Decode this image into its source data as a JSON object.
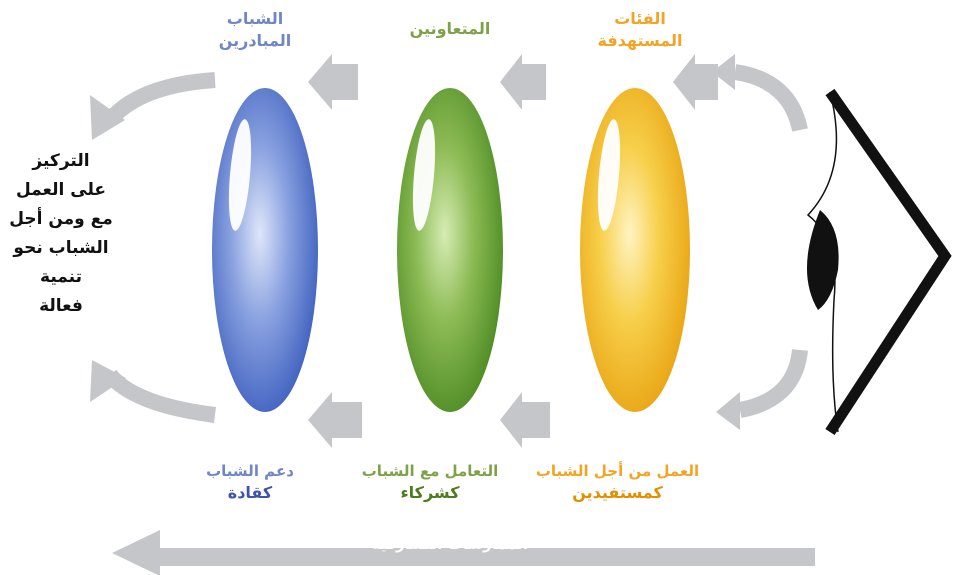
{
  "stages": [
    {
      "top_label_line1": "الفئات",
      "top_label_line2": "المستهدفة",
      "bottom_label": "العمل من أجل الشباب",
      "bottom_strong": "كمستفيدين",
      "color": "#f6c02a"
    },
    {
      "top_label_line1": "المتعاونين",
      "bottom_label": "التعامل مع الشباب",
      "bottom_strong": "كشركاء",
      "color": "#72a83c"
    },
    {
      "top_label_line1": "الشباب",
      "top_label_line2": "المبادرين",
      "bottom_label": "دعم الشباب",
      "bottom_strong": "كقادة",
      "color": "#5b7ccc"
    }
  ],
  "focus": {
    "lines": [
      "التركيز",
      "على العمل",
      "مع ومن أجل",
      "الشباب نحو",
      "تنمية",
      "فعالة"
    ]
  },
  "practices": {
    "label": "الممارسات التشاركية"
  },
  "colors": {
    "arrow_gray": "#c4c6c9"
  },
  "icons": {
    "eye": "eye-icon"
  }
}
